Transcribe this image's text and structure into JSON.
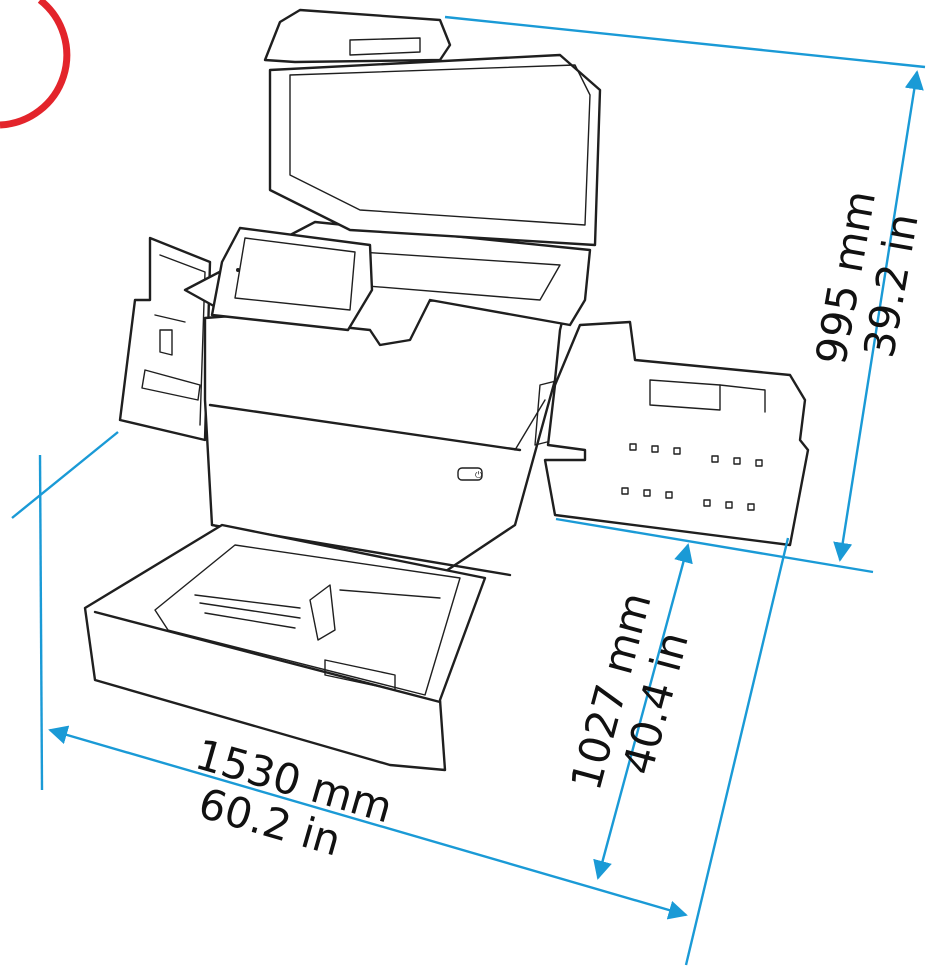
{
  "dimensions": {
    "width": {
      "mm": "1530 mm",
      "in": "60.2 in"
    },
    "depth": {
      "mm": "1027 mm",
      "in": "40.4 in"
    },
    "height": {
      "mm": "995 mm",
      "in": "39.2 in"
    }
  },
  "colors": {
    "dimension_line": "#1a9ad6",
    "outline": "#1f1f1f",
    "corner_badge": "#e3242b"
  },
  "icons": [
    "power-icon"
  ]
}
